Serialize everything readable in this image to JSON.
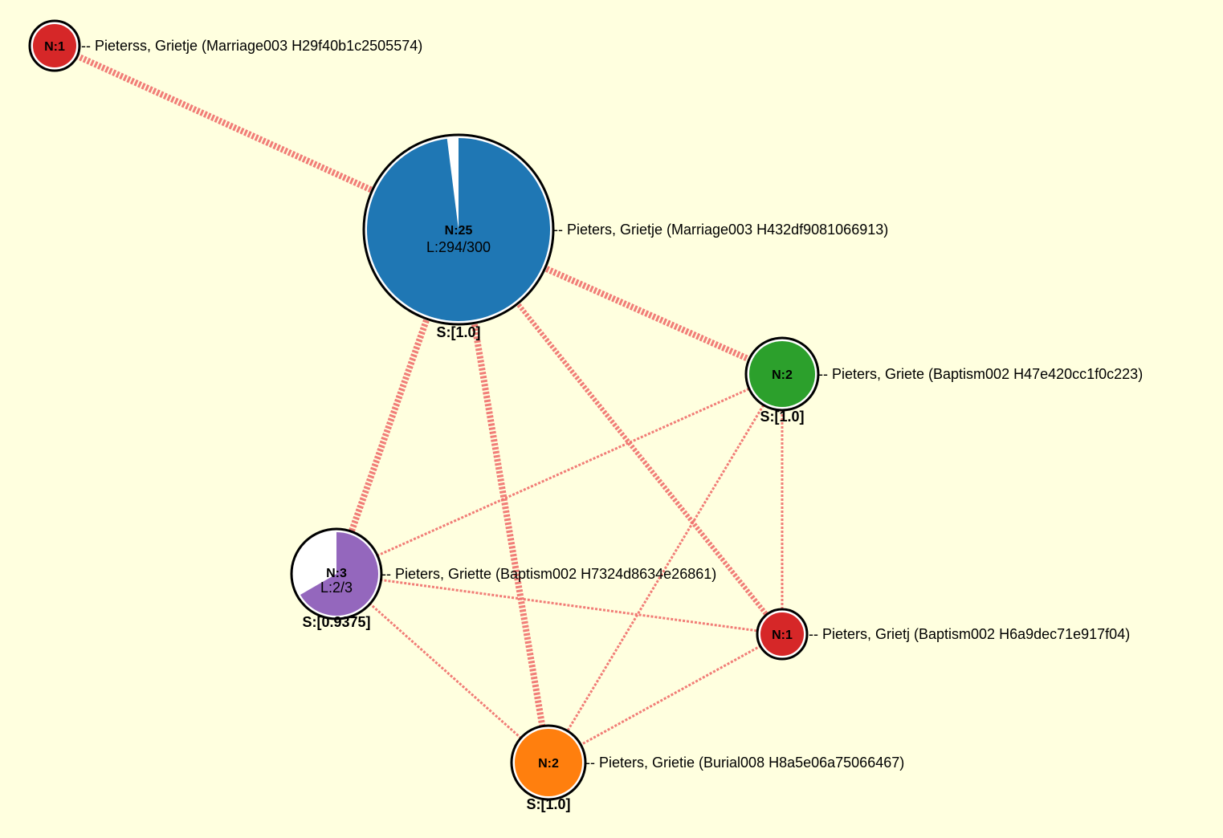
{
  "colors": {
    "background": "#ffffdf",
    "edge": "#ef6f6c",
    "node_outline": "#000000",
    "red": "#d62728",
    "blue": "#1f77b4",
    "green": "#2ca02c",
    "purple": "#9467bd",
    "orange": "#ff7f0e",
    "pie_remainder": "#ffffff"
  },
  "nodes": [
    {
      "id": "n_marriage_h29",
      "fill": "red",
      "count": "N:1",
      "linked": "",
      "score": "",
      "label": "-- Pieterss, Grietje (Marriage003 H29f40b1c2505574)",
      "linked_fraction": 1.0
    },
    {
      "id": "n_marriage_h43",
      "fill": "blue",
      "count": "N:25",
      "linked": "L:294/300",
      "score": "S:[1.0]",
      "label": "-- Pieters, Grietje (Marriage003 H432df9081066913)",
      "linked_fraction": 0.98
    },
    {
      "id": "n_baptism_h47",
      "fill": "green",
      "count": "N:2",
      "linked": "",
      "score": "S:[1.0]",
      "label": "-- Pieters, Griete (Baptism002 H47e420cc1f0c223)",
      "linked_fraction": 1.0
    },
    {
      "id": "n_baptism_h73",
      "fill": "purple",
      "count": "N:3",
      "linked": "L:2/3",
      "score": "S:[0.9375]",
      "label": "-- Pieters, Griette (Baptism002 H7324d8634e26861)",
      "linked_fraction": 0.6667
    },
    {
      "id": "n_baptism_h6a",
      "fill": "red",
      "count": "N:1",
      "linked": "",
      "score": "",
      "label": "-- Pieters, Grietj (Baptism002 H6a9dec71e917f04)",
      "linked_fraction": 1.0
    },
    {
      "id": "n_burial_h8a",
      "fill": "orange",
      "count": "N:2",
      "linked": "",
      "score": "S:[1.0]",
      "label": "-- Pieters, Grietie (Burial008 H8a5e06a75066467)",
      "linked_fraction": 1.0
    }
  ],
  "edges": [
    {
      "from": "n_marriage_h29",
      "to": "n_marriage_h43",
      "weight": "heavy"
    },
    {
      "from": "n_marriage_h43",
      "to": "n_baptism_h47",
      "weight": "heavy"
    },
    {
      "from": "n_marriage_h43",
      "to": "n_baptism_h73",
      "weight": "heavy"
    },
    {
      "from": "n_marriage_h43",
      "to": "n_burial_h8a",
      "weight": "heavy"
    },
    {
      "from": "n_marriage_h43",
      "to": "n_baptism_h6a",
      "weight": "medium"
    },
    {
      "from": "n_baptism_h47",
      "to": "n_baptism_h73",
      "weight": "light"
    },
    {
      "from": "n_baptism_h47",
      "to": "n_burial_h8a",
      "weight": "light"
    },
    {
      "from": "n_baptism_h47",
      "to": "n_baptism_h6a",
      "weight": "light"
    },
    {
      "from": "n_baptism_h73",
      "to": "n_baptism_h6a",
      "weight": "light"
    },
    {
      "from": "n_baptism_h73",
      "to": "n_burial_h8a",
      "weight": "light"
    },
    {
      "from": "n_baptism_h6a",
      "to": "n_burial_h8a",
      "weight": "light"
    }
  ]
}
